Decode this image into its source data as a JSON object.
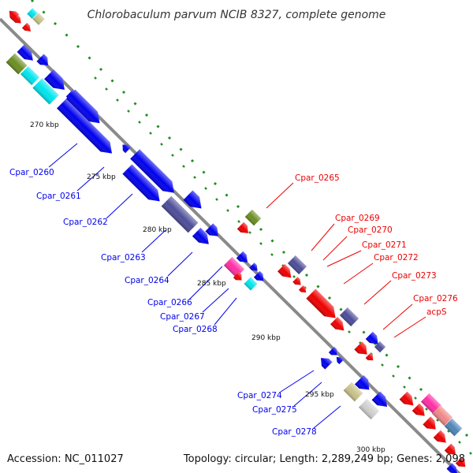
{
  "title": "Chlorobaculum parvum NCIB 8327, complete genome",
  "footer": {
    "accession": "Accession: NC_011027",
    "summary": "Topology: circular; Length: 2,289,249 bp; Genes: 2,098"
  },
  "ticks": [
    "270 kbp",
    "275 kbp",
    "280 kbp",
    "285 kbp",
    "290 kbp",
    "295 kbp",
    "300 kbp"
  ],
  "labels_reverse_strand": [
    "Cpar_0260",
    "Cpar_0261",
    "Cpar_0262",
    "Cpar_0263",
    "Cpar_0264",
    "Cpar_0266",
    "Cpar_0267",
    "Cpar_0268",
    "Cpar_0274",
    "Cpar_0275",
    "Cpar_0278"
  ],
  "labels_forward_strand": [
    "Cpar_0265",
    "Cpar_0269",
    "Cpar_0270",
    "Cpar_0271",
    "Cpar_0272",
    "Cpar_0273",
    "Cpar_0276",
    "acpS"
  ],
  "colors": {
    "reverse": "#0000ee",
    "forward": "#ee0000",
    "backbone": "#8a8a8a",
    "gc_dots": "#228b22",
    "cyan": "#00e5ee",
    "olive": "#6b8e23",
    "purple": "#4d4d99",
    "khaki": "#c8c28a",
    "pink": "#ff2fa6",
    "salmon": "#f08888",
    "steel": "#4f86b8",
    "gray": "#cfcfcf"
  }
}
